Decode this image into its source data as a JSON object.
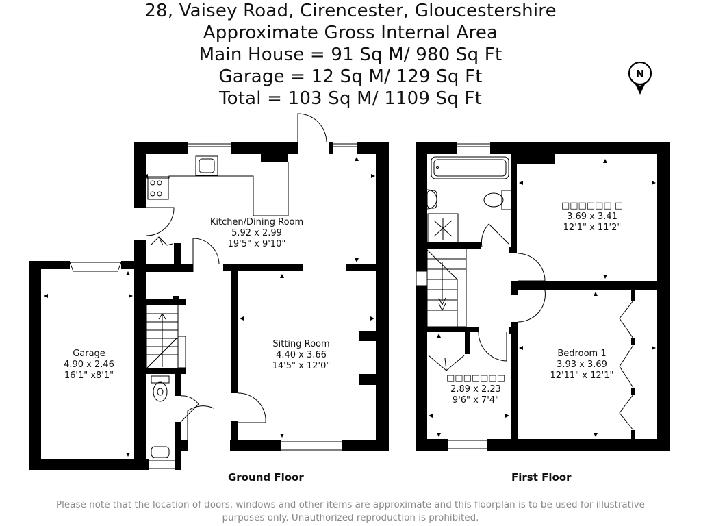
{
  "header": {
    "address": "28, Vaisey Road, Cirencester, Gloucestershire",
    "subtitle": "Approximate Gross Internal Area",
    "main_house": "Main House = 91 Sq M/ 980 Sq Ft",
    "garage": "Garage = 12 Sq M/ 129 Sq Ft",
    "total": "Total = 103 Sq M/ 1109 Sq Ft"
  },
  "compass": {
    "label": "N",
    "icon": "north-arrow-icon"
  },
  "ground_floor": {
    "label": "Ground Floor",
    "rooms": [
      {
        "name": "Kitchen/Dining Room",
        "metric": "5.92 x 2.99",
        "imperial": "19'5\" x 9'10\""
      },
      {
        "name": "Sitting Room",
        "metric": "4.40 x 3.66",
        "imperial": "14'5\" x 12'0\""
      },
      {
        "name": "Garage",
        "metric": "4.90 x 2.46",
        "imperial": "16'1\" x8'1\""
      }
    ]
  },
  "first_floor": {
    "label": "First Floor",
    "rooms": [
      {
        "name": "□□□□□□ □",
        "metric": "3.69 x 3.41",
        "imperial": "12'1\" x 11'2\""
      },
      {
        "name": "Bedroom 1",
        "metric": "3.93 x 3.69",
        "imperial": "12'11\" x 12'1\""
      },
      {
        "name": "□□□□□□□",
        "metric": "2.89 x 2.23",
        "imperial": "9'6\" x 7'4\""
      }
    ]
  },
  "disclaimer": {
    "line1": "Please note that the location of doors, windows and other items are approximate and this floorplan is to be used for illustrative",
    "line2": "purposes only. Unauthorized reproduction is prohibited."
  },
  "colors": {
    "wall": "#000000",
    "background": "#ffffff",
    "text": "#111111",
    "disclaimer": "#8a8a8a"
  }
}
